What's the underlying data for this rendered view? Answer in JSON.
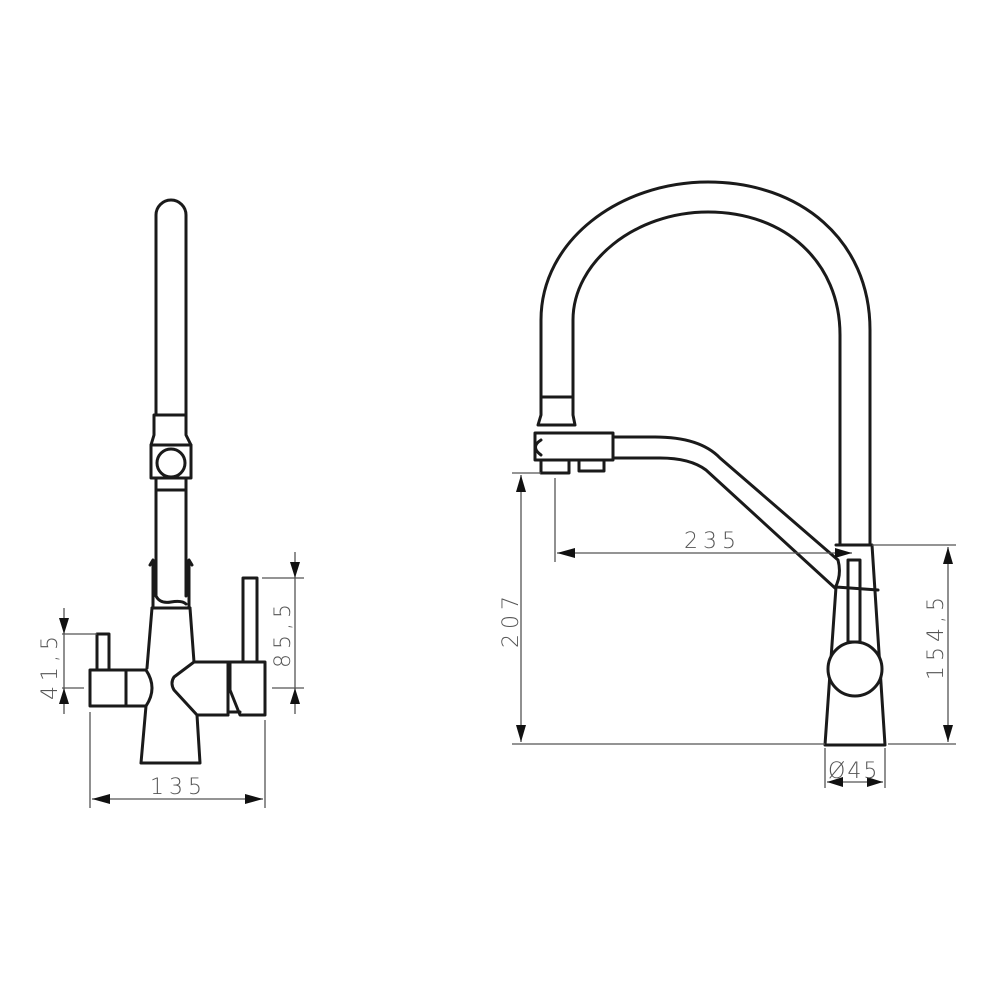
{
  "drawing": {
    "subject": "kitchen faucet technical drawing",
    "views": [
      {
        "name": "front-view"
      },
      {
        "name": "side-view"
      }
    ]
  },
  "dimensions": {
    "front": {
      "width_135": "135",
      "handle_left_41_5": "41,5",
      "handle_right_85_5": "85,5"
    },
    "side": {
      "height_207": "207",
      "reach_235": "235",
      "body_154_5": "154,5",
      "diameter_45": "Ø45"
    }
  },
  "colors": {
    "line": "#1a1a1a",
    "dimension_line": "#555555",
    "background": "#ffffff"
  }
}
